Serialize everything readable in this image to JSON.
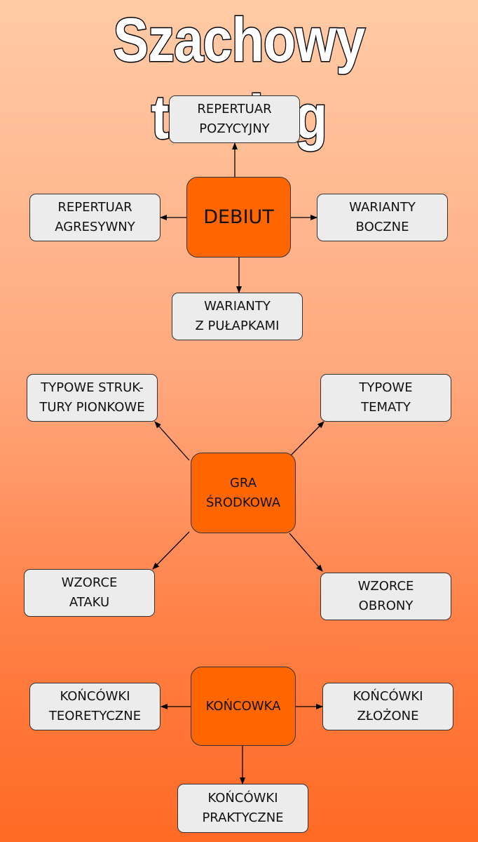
{
  "title": "Szachowy trening",
  "groups": [
    {
      "center": [
        "DEBIUT"
      ],
      "nodes": [
        [
          "REPERTUAR",
          "POZYCYJNY"
        ],
        [
          "REPERTUAR",
          "AGRESYWNY"
        ],
        [
          "WARIANTY",
          "BOCZNE"
        ],
        [
          "WARIANTY",
          "Z PUŁAPKAMI"
        ]
      ]
    },
    {
      "center": [
        "GRA",
        "ŚRODKOWA"
      ],
      "nodes": [
        [
          "TYPOWE STRUK-",
          "TURY PIONKOWE"
        ],
        [
          "TYPOWE",
          "TEMATY"
        ],
        [
          "WZORCE",
          "ATAKU"
        ],
        [
          "WZORCE",
          "OBRONY"
        ]
      ]
    },
    {
      "center": [
        "KOŃCOWKA"
      ],
      "nodes": [
        [
          "KOŃCÓWKI",
          "TEORETYCZNE"
        ],
        [
          "KOŃCÓWKI",
          "ZŁOŻONE"
        ],
        [
          "KOŃCÓWKI",
          "PRAKTYCZNE"
        ]
      ]
    }
  ],
  "colors": {
    "center_fill": "#ff6600",
    "node_fill": "#ececec",
    "title_fill": "#ffffff",
    "title_outline": "#000000"
  }
}
